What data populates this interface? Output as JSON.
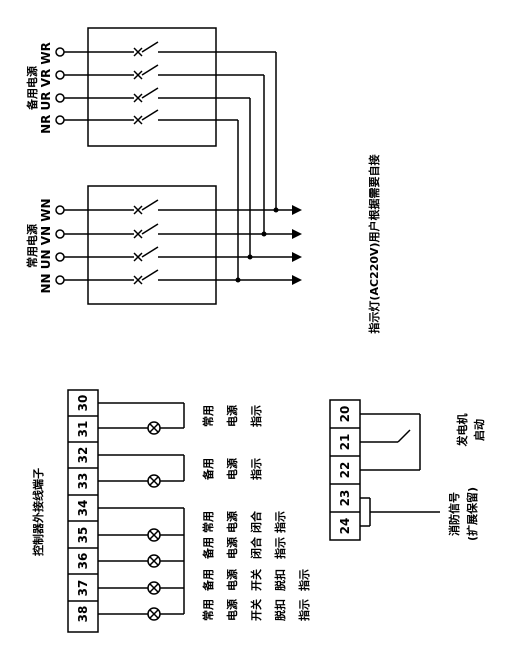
{
  "backup_power": {
    "label": "备用电源",
    "phases": [
      "NR",
      "UR",
      "VR",
      "WR"
    ]
  },
  "main_power": {
    "label": "常用电源",
    "phases": [
      "NN",
      "UN",
      "VN",
      "WN"
    ]
  },
  "indicator_note": "指示灯(AC220V)用户根据需要自接",
  "controller": {
    "title": "控制器外接线端子",
    "terminals": [
      "30",
      "31",
      "32",
      "33",
      "34",
      "35",
      "36",
      "37",
      "38"
    ]
  },
  "labels": {
    "l1": [
      "常用",
      "电源",
      "指示"
    ],
    "l2": [
      "备用",
      "电源",
      "指示"
    ],
    "l3": [
      "常用",
      "电源",
      "开关",
      "脱扣",
      "指示"
    ],
    "l4": [
      "备用",
      "电源",
      "开关",
      "脱扣",
      "指示"
    ],
    "l5": [
      "常用",
      "电源",
      "闭合",
      "指示"
    ],
    "l6": [
      "备用",
      "电源",
      "闭合",
      "指示"
    ]
  },
  "generator_block": {
    "terminals": [
      "20",
      "21",
      "22",
      "23",
      "24"
    ],
    "start_label": [
      "发电机",
      "启动"
    ],
    "fire_label": [
      "消防信号",
      "(扩展保留)"
    ]
  }
}
